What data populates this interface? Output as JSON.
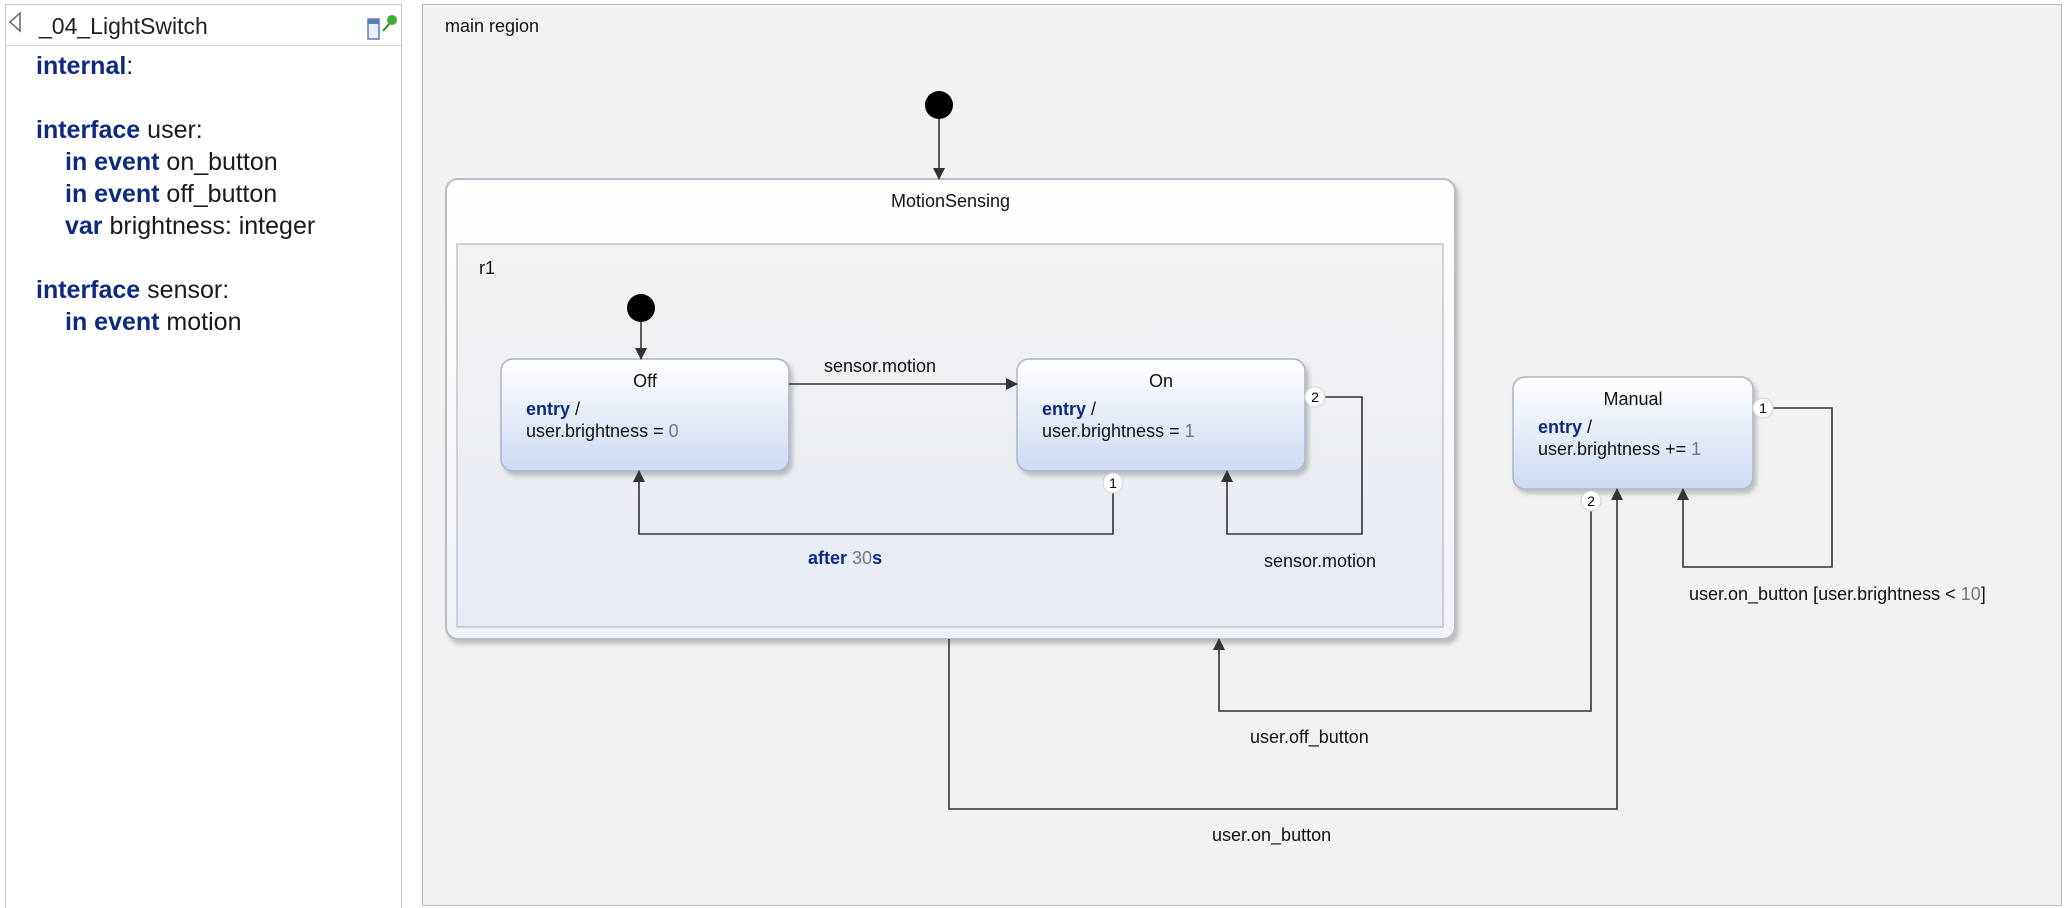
{
  "panel": {
    "title": "_04_LightSwitch",
    "collapse_icon": "collapse-triangle-icon",
    "pin_icon": "pin-icon",
    "definition": {
      "internal_kw": "internal",
      "internal_colon": ":",
      "interface_kw": "interface",
      "iface_user": " user:",
      "iface_sensor": " sensor:",
      "in_event_kw": "in event",
      "var_kw": "var",
      "on_button": " on_button",
      "off_button": " off_button",
      "brightness_decl": " brightness: integer",
      "motion": " motion"
    }
  },
  "diagram": {
    "region_label": "main region",
    "composite": {
      "name": "MotionSensing",
      "region": "r1"
    },
    "states": {
      "off": {
        "name": "Off",
        "entry_kw": "entry",
        "entry_sep": " /",
        "action_prefix": "user.brightness = ",
        "action_value": "0"
      },
      "on": {
        "name": "On",
        "entry_kw": "entry",
        "entry_sep": " /",
        "action_prefix": "user.brightness = ",
        "action_value": "1"
      },
      "manual": {
        "name": "Manual",
        "entry_kw": "entry",
        "entry_sep": " /",
        "action_prefix": "user.brightness += ",
        "action_value": "1"
      }
    },
    "transitions": {
      "off_to_on": "sensor.motion",
      "on_self": "sensor.motion",
      "on_to_off_kw": "after",
      "on_to_off_value": "30",
      "on_to_off_unit": "s",
      "manual_self_prefix": "user.on_button [user.brightness < ",
      "manual_self_value": "10",
      "manual_self_suffix": "]",
      "manual_to_motion": "user.off_button",
      "motion_to_manual": "user.on_button"
    },
    "priorities": {
      "on_to_off": "1",
      "on_self": "2",
      "manual_self": "1",
      "manual_to_motion": "2"
    }
  }
}
